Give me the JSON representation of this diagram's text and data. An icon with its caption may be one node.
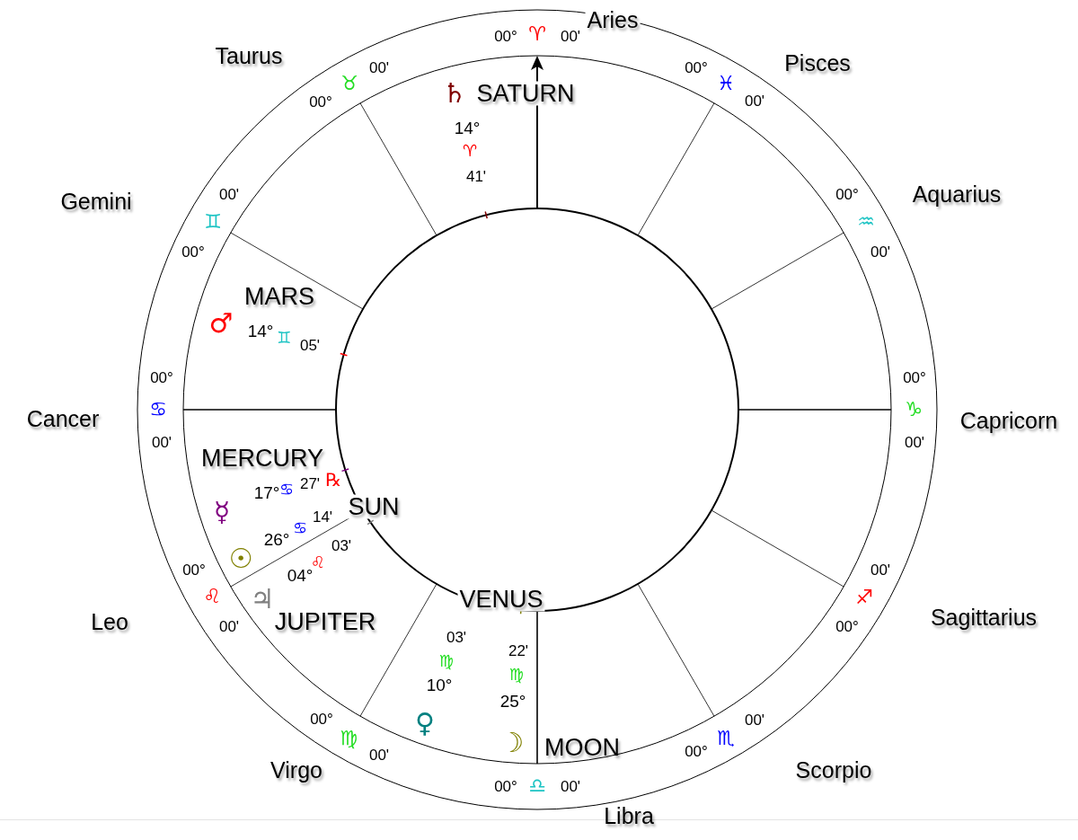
{
  "diagram": {
    "labels": [
      "Aries",
      "00°",
      "♈",
      "00'",
      "Taurus",
      "00°",
      "♉",
      "00'",
      "Gemini",
      "00°",
      "♊",
      "00'",
      "Cancer",
      "00°",
      "♋",
      "00'",
      "Leo",
      "00°",
      "♌",
      "00'",
      "Virgo",
      "00°",
      "♍",
      "00'",
      "Libra",
      "00°",
      "♎",
      "00'",
      "Scorpio",
      "00°",
      "♏",
      "00'",
      "Sagittarius",
      "00°",
      "♐",
      "00'",
      "Capricorn",
      "00°",
      "♑",
      "00'",
      "Aquarius",
      "00°",
      "♒",
      "00'",
      "Pisces",
      "00°",
      "♓",
      "00'",
      "♄",
      "SATURN",
      "14°",
      "♈",
      "41'",
      "MARS",
      "♂",
      "14°",
      "♊",
      "05'",
      "MERCURY",
      "☿",
      "17°",
      "♋",
      "27'",
      "℞",
      "SUN",
      "☉",
      "26°",
      "♋",
      "14'",
      "♃",
      "JUPITER",
      "04°",
      "♌",
      "03'",
      "VENUS",
      "♀",
      "10°",
      "♍",
      "03'",
      "☽",
      "MOON",
      "25°",
      "♍",
      "22'"
    ]
  }
}
